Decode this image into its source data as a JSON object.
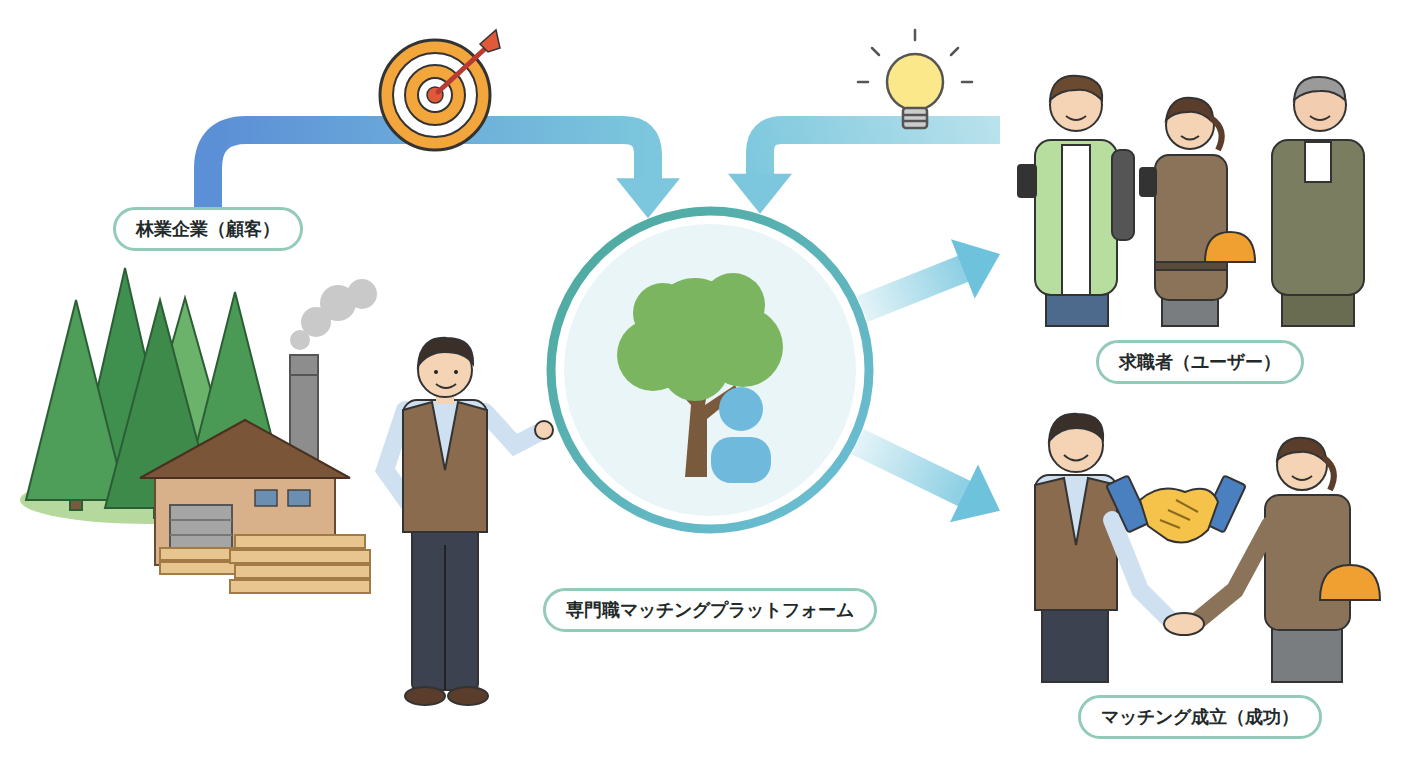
{
  "diagram": {
    "nodes": [
      {
        "text": [
          "林業企業（顧客）"
        ]
      },
      {
        "text": [
          "専門職マッチングプラットフォーム"
        ]
      },
      {
        "text": [
          "求職者（ユーザー）"
        ]
      },
      {
        "text": [
          "マッチング成立（成功）"
        ]
      }
    ],
    "edges": [
      {
        "from": 0,
        "to": 1,
        "arrow": "to"
      },
      {
        "from": 2,
        "to": 1,
        "arrow": "to"
      },
      {
        "from": 1,
        "to": 2,
        "arrow": "to"
      },
      {
        "from": 1,
        "to": 3,
        "arrow": "to"
      }
    ]
  }
}
